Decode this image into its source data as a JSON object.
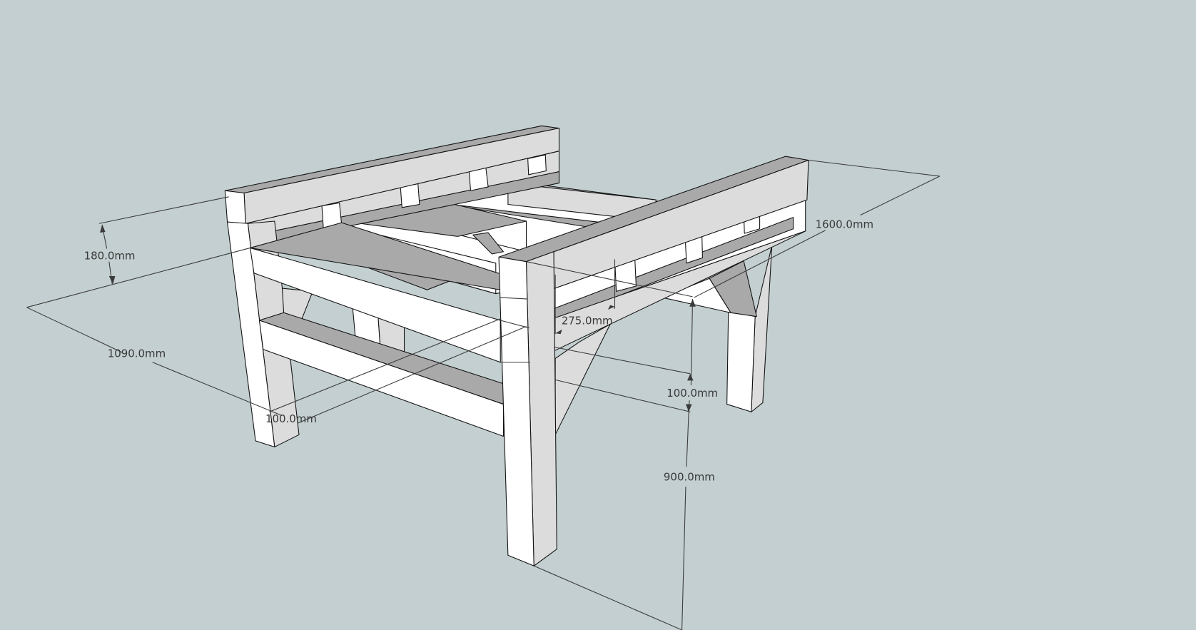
{
  "scene": {
    "background_color": "#c3cfd0",
    "face_colors": {
      "lit": "#ffffff",
      "side": "#dcdcdc",
      "shadow": "#a9a9a9"
    },
    "dimensions": {
      "back_height": "180.0mm",
      "depth": "1090.0mm",
      "leg_width_left": "100.0mm",
      "width": "1600.0mm",
      "slat_spacing": "275.0mm",
      "rail_height": "100.0mm",
      "seat_height": "900.0mm"
    }
  }
}
